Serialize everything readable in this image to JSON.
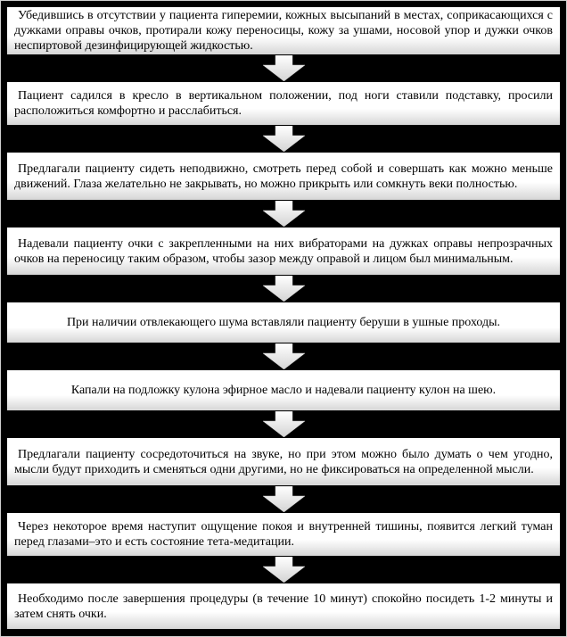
{
  "diagram": {
    "type": "vertical-flowchart",
    "style": {
      "background_color": "#000000",
      "box_background_top": "#ffffff",
      "box_background_bottom": "#d6d6d6",
      "box_border_color": "#000000",
      "arrow_fill_top": "#ffffff",
      "arrow_fill_bottom": "#d4d4d4",
      "text_color": "#000000"
    },
    "arrow_icon": "down-arrow-icon"
  },
  "steps": [
    {
      "text": "Убедившись в отсутствии у пациента гиперемии, кожных высыпаний в местах, соприкасающихся с дужками оправы очков, протирали кожу переносицы, кожу за ушами, носовой упор и дужки очков неспиртовой дезинфицирующей жидкостью."
    },
    {
      "text": "Пациент садился в кресло в вертикальном положении, под ноги ставили подставку, просили расположиться комфортно и расслабиться."
    },
    {
      "text": "Предлагали пациенту сидеть неподвижно, смотреть перед собой и совершать как можно меньше движений. Глаза желательно не закрывать, но можно прикрыть или сомкнуть веки полностью."
    },
    {
      "text": "Надевали пациенту очки с закрепленными на них вибраторами на дужках оправы непрозрачных очков на переносицу таким образом, чтобы зазор между оправой и лицом был минимальным."
    },
    {
      "text": "При наличии отвлекающего шума вставляли пациенту беруши в ушные проходы."
    },
    {
      "text": "Капали на подложку кулона эфирное масло и надевали пациенту кулон на шею."
    },
    {
      "text": "Предлагали пациенту сосредоточиться на звуке, но при этом можно было думать о чем угодно, мысли будут приходить и сменяться одни другими, но не фиксироваться на определенной мысли."
    },
    {
      "text": "Через некоторое время наступит ощущение покоя и внутренней тишины, появится легкий туман перед глазами–это и есть состояние тета-медитации."
    },
    {
      "text": "Необходимо после завершения процедуры (в течение 10 минут) спокойно посидеть 1-2 минуты и затем снять очки."
    }
  ]
}
